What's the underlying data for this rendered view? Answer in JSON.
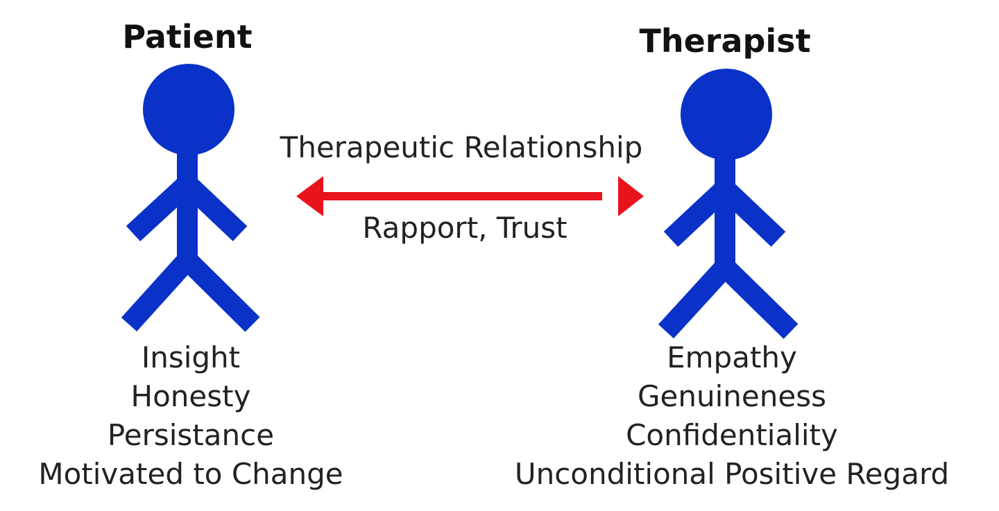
{
  "patient": {
    "title": "Patient",
    "traits": [
      "Insight",
      "Honesty",
      "Persistance",
      "Motivated to Change"
    ]
  },
  "therapist": {
    "title": "Therapist",
    "traits": [
      "Empathy",
      "Genuineness",
      "Confidentiality",
      "Unconditional Positive Regard"
    ]
  },
  "relationship": {
    "label_top": "Therapeutic Relationship",
    "label_bottom": "Rapport, Trust"
  },
  "colors": {
    "figure": "#0a32c8",
    "arrow": "#e8141c",
    "text": "#222222"
  },
  "icons": {
    "figure": "stick-figure-icon",
    "arrow": "double-headed-arrow-icon"
  }
}
